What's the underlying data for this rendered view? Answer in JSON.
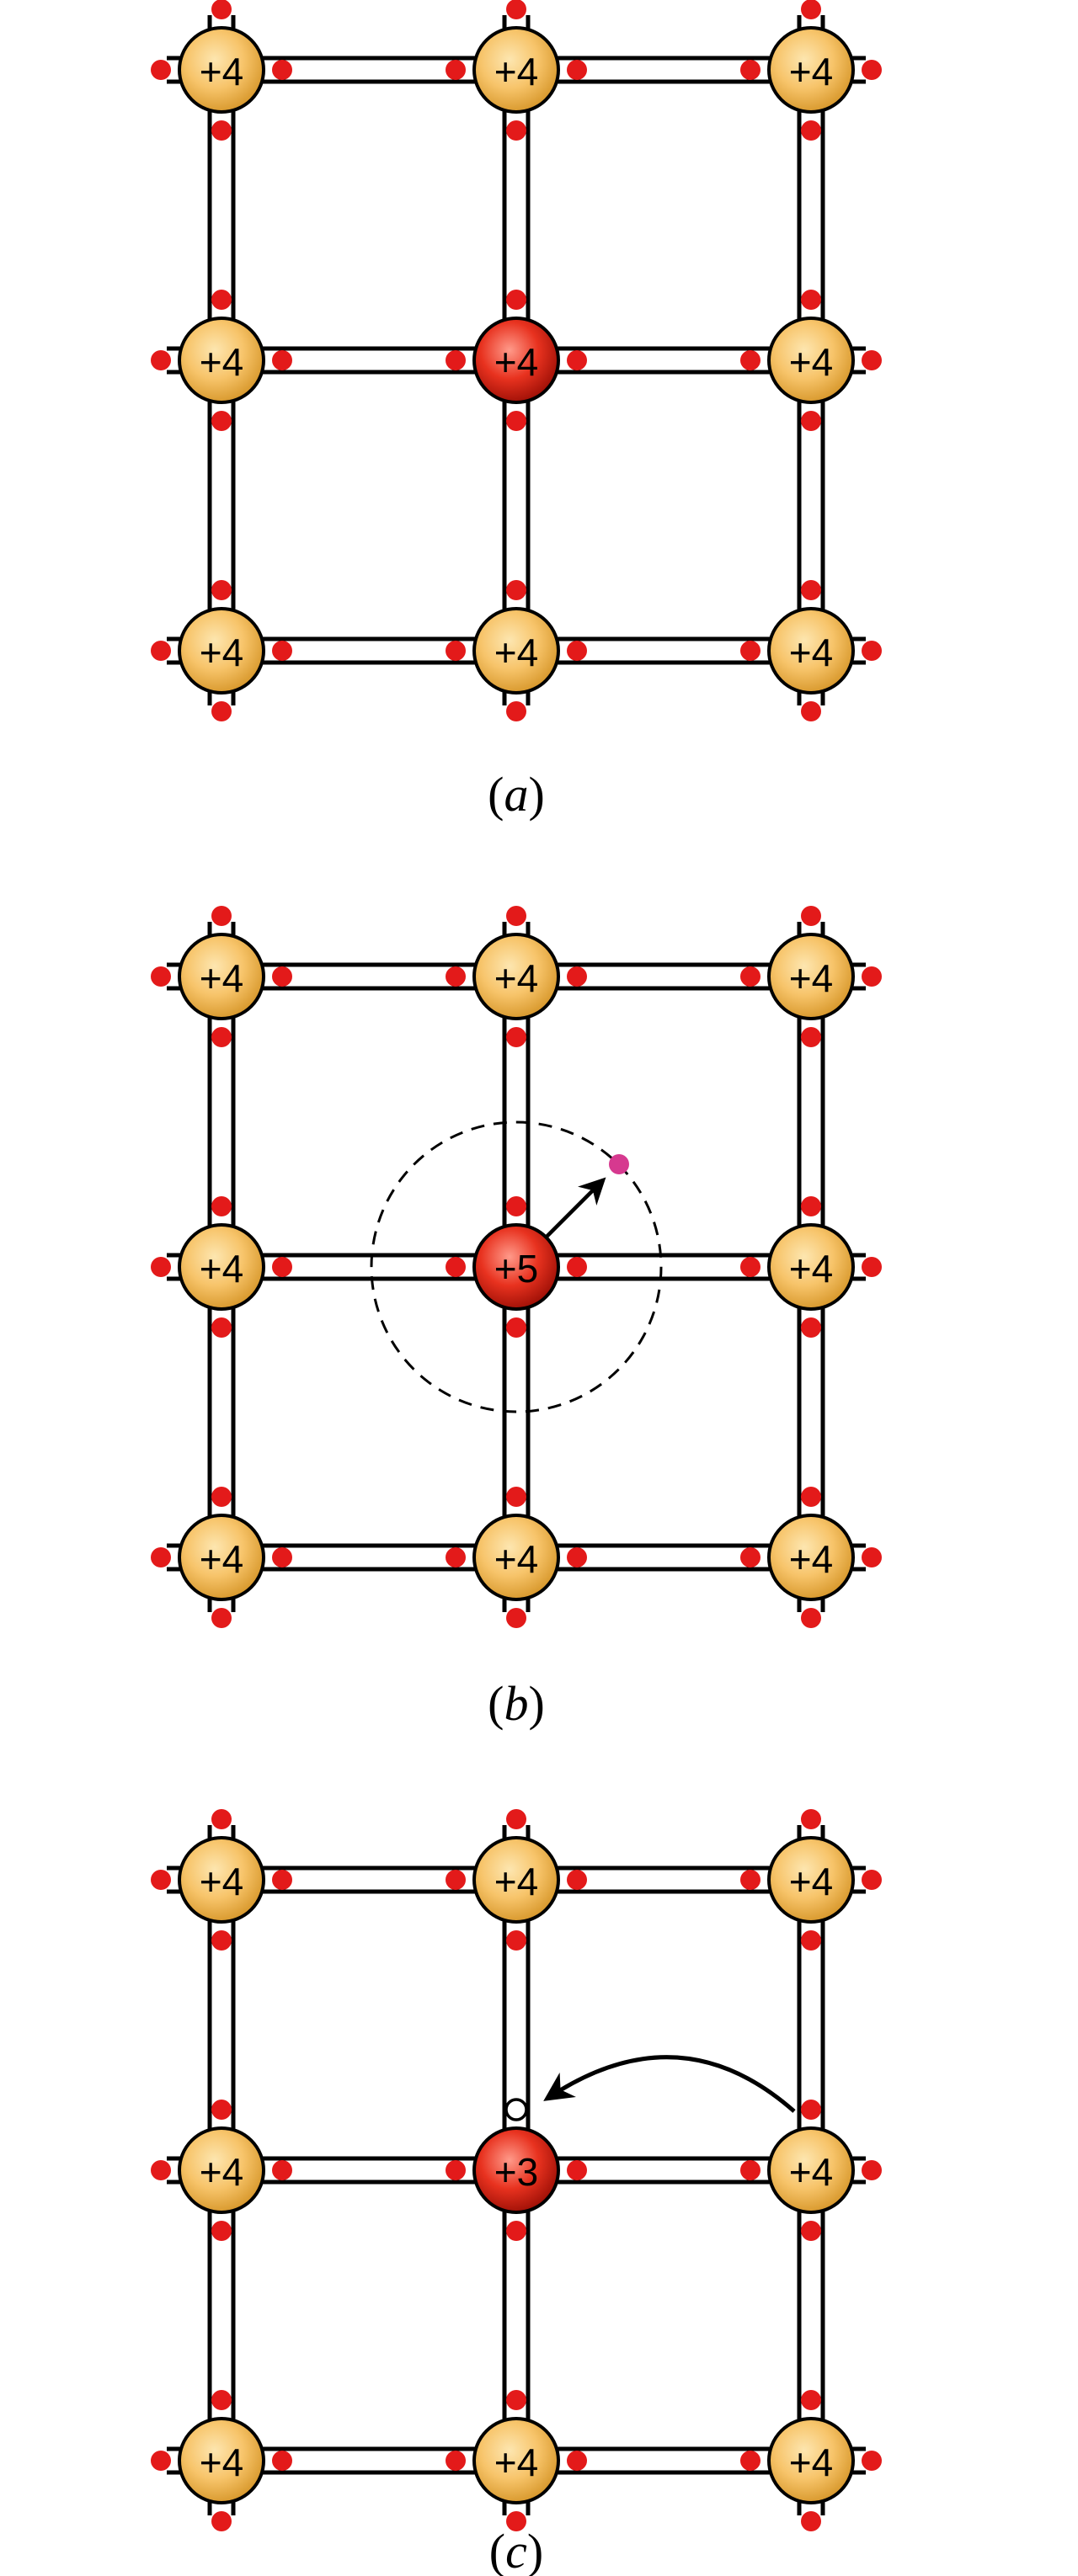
{
  "figure": {
    "panels": [
      {
        "id": "a",
        "caption_label": "a",
        "center_ion": "+4",
        "lattice_ion": "+4",
        "features": []
      },
      {
        "id": "b",
        "caption_label": "b",
        "center_ion": "+5",
        "lattice_ion": "+4",
        "features": [
          "free-electron-orbit",
          "free-electron",
          "electron-arrow"
        ]
      },
      {
        "id": "c",
        "caption_label": "c",
        "center_ion": "+3",
        "lattice_ion": "+4",
        "features": [
          "hole",
          "hole-transfer-arrow"
        ]
      }
    ]
  },
  "colors": {
    "lattice_ion_fill_light": "#fde6b0",
    "lattice_ion_fill": "#f7c46a",
    "lattice_ion_fill_dark": "#d99a2f",
    "center_ion_fill_light": "#ff9a8a",
    "center_ion_fill": "#e8321f",
    "center_ion_fill_dark": "#a31208",
    "electron": "#e31a1a",
    "free_electron": "#d6398f",
    "bond_line": "#000000",
    "hole_fill": "#ffffff"
  },
  "icons": {
    "arrow": "arrow-icon"
  }
}
